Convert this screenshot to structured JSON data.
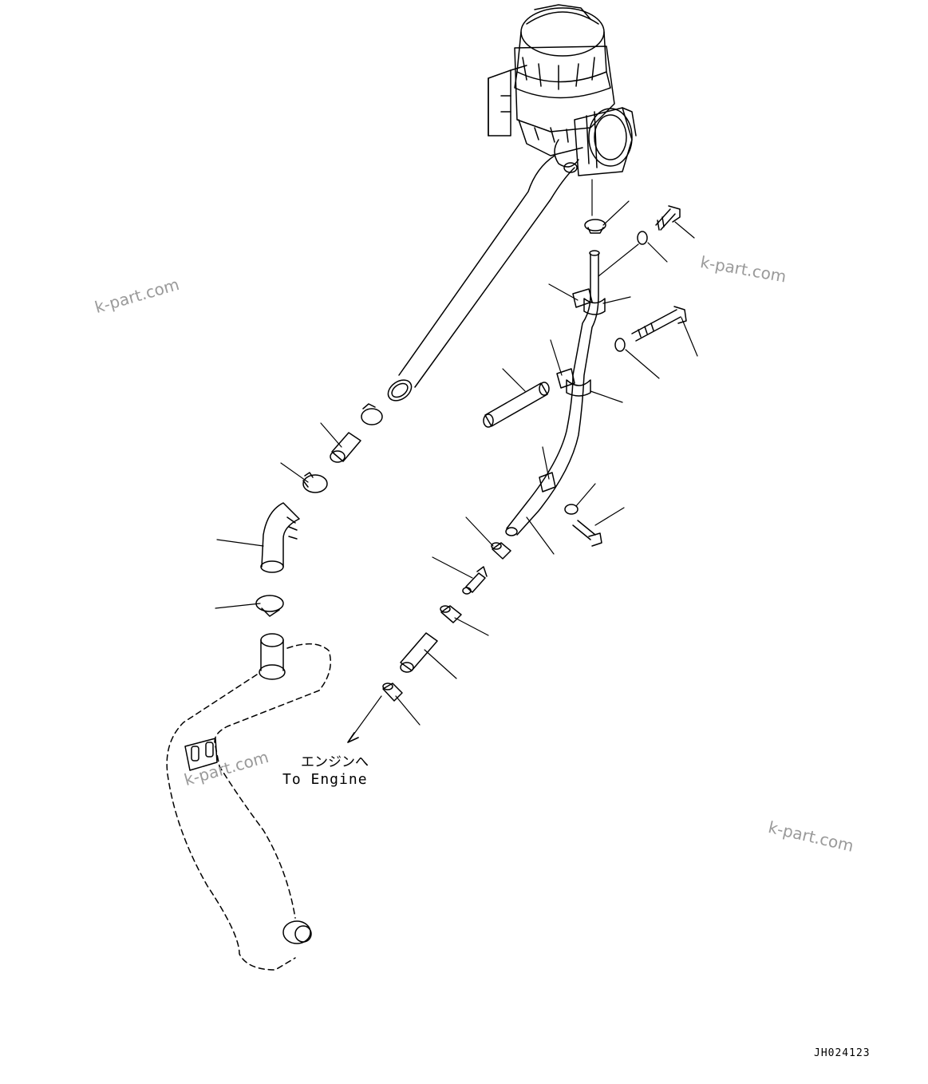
{
  "annotation": {
    "japanese": "エンジンへ",
    "english": "To Engine"
  },
  "drawing_number": "JH024123",
  "watermarks": [
    "k-part.com",
    "k-part.com",
    "k-part.com",
    "k-part.com"
  ],
  "colors": {
    "line": "#000000",
    "watermark": "#9a9a9a",
    "background": "#ffffff"
  }
}
